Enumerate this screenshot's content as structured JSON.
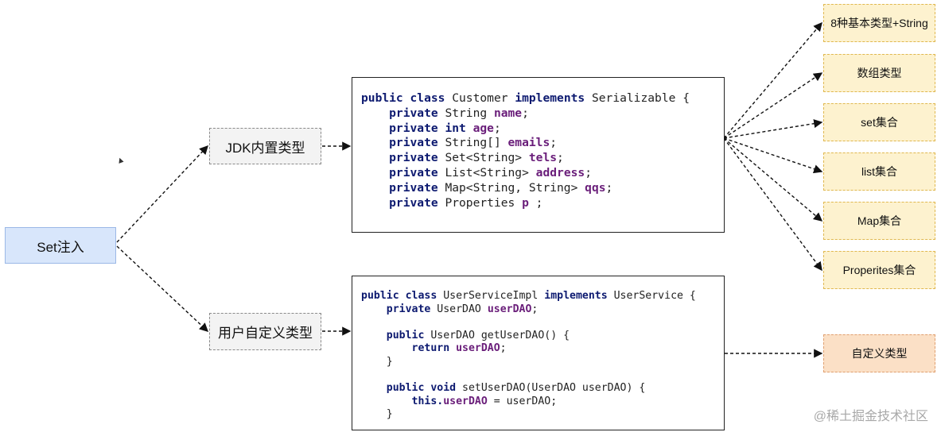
{
  "nodes": {
    "root": "Set注入",
    "jdk": "JDK内置类型",
    "user": "用户自定义类型"
  },
  "targets": [
    "8种基本类型+String",
    "数组类型",
    "set集合",
    "list集合",
    "Map集合",
    "Properites集合"
  ],
  "custom_target": "自定义类型",
  "code1": [
    [
      {
        "t": "public class ",
        "c": "kw"
      },
      {
        "t": "Customer ",
        "c": "ty"
      },
      {
        "t": "implements ",
        "c": "kw"
      },
      {
        "t": "Serializable {",
        "c": "ty"
      }
    ],
    [
      {
        "t": "    private ",
        "c": "kw"
      },
      {
        "t": "String ",
        "c": "ty"
      },
      {
        "t": "name",
        "c": "fd"
      },
      {
        "t": ";",
        "c": "ty"
      }
    ],
    [
      {
        "t": "    private ",
        "c": "kw"
      },
      {
        "t": "int ",
        "c": "kw"
      },
      {
        "t": "age",
        "c": "fd"
      },
      {
        "t": ";",
        "c": "ty"
      }
    ],
    [
      {
        "t": "    private ",
        "c": "kw"
      },
      {
        "t": "String[] ",
        "c": "ty"
      },
      {
        "t": "emails",
        "c": "fd"
      },
      {
        "t": ";",
        "c": "ty"
      }
    ],
    [
      {
        "t": "    private ",
        "c": "kw"
      },
      {
        "t": "Set<String> ",
        "c": "ty"
      },
      {
        "t": "tels",
        "c": "fd"
      },
      {
        "t": ";",
        "c": "ty"
      }
    ],
    [
      {
        "t": "    private ",
        "c": "kw"
      },
      {
        "t": "List<String> ",
        "c": "ty"
      },
      {
        "t": "address",
        "c": "fd"
      },
      {
        "t": ";",
        "c": "ty"
      }
    ],
    [
      {
        "t": "    private ",
        "c": "kw"
      },
      {
        "t": "Map<String, String> ",
        "c": "ty"
      },
      {
        "t": "qqs",
        "c": "fd"
      },
      {
        "t": ";",
        "c": "ty"
      }
    ],
    [
      {
        "t": "    private ",
        "c": "kw"
      },
      {
        "t": "Properties ",
        "c": "ty"
      },
      {
        "t": "p",
        "c": "fd"
      },
      {
        "t": " ;",
        "c": "ty"
      }
    ]
  ],
  "code2": [
    [
      {
        "t": "public class ",
        "c": "kw"
      },
      {
        "t": "UserServiceImpl ",
        "c": "ty"
      },
      {
        "t": "implements ",
        "c": "kw"
      },
      {
        "t": "UserService {",
        "c": "ty"
      }
    ],
    [
      {
        "t": "    private ",
        "c": "kw"
      },
      {
        "t": "UserDAO ",
        "c": "ty"
      },
      {
        "t": "userDAO",
        "c": "fd"
      },
      {
        "t": ";",
        "c": "ty"
      }
    ],
    [
      {
        "t": "",
        "c": "ty"
      }
    ],
    [
      {
        "t": "    public ",
        "c": "kw"
      },
      {
        "t": "UserDAO getUserDAO() {",
        "c": "ty"
      }
    ],
    [
      {
        "t": "        return ",
        "c": "kw"
      },
      {
        "t": "userDAO",
        "c": "fd"
      },
      {
        "t": ";",
        "c": "ty"
      }
    ],
    [
      {
        "t": "    }",
        "c": "ty"
      }
    ],
    [
      {
        "t": "",
        "c": "ty"
      }
    ],
    [
      {
        "t": "    public void ",
        "c": "kw"
      },
      {
        "t": "setUserDAO(UserDAO userDAO) {",
        "c": "ty"
      }
    ],
    [
      {
        "t": "        this.",
        "c": "kw"
      },
      {
        "t": "userDAO",
        "c": "fd"
      },
      {
        "t": " = userDAO;",
        "c": "ty"
      }
    ],
    [
      {
        "t": "    }",
        "c": "ty"
      }
    ]
  ],
  "watermark": "@稀土掘金技术社区",
  "colors": {
    "root_fill": "#d8e6fb",
    "target_fill": "#fdf2cf",
    "custom_fill": "#fbe0c6",
    "keyword": "#0d1a70",
    "field": "#6a1e7a"
  }
}
